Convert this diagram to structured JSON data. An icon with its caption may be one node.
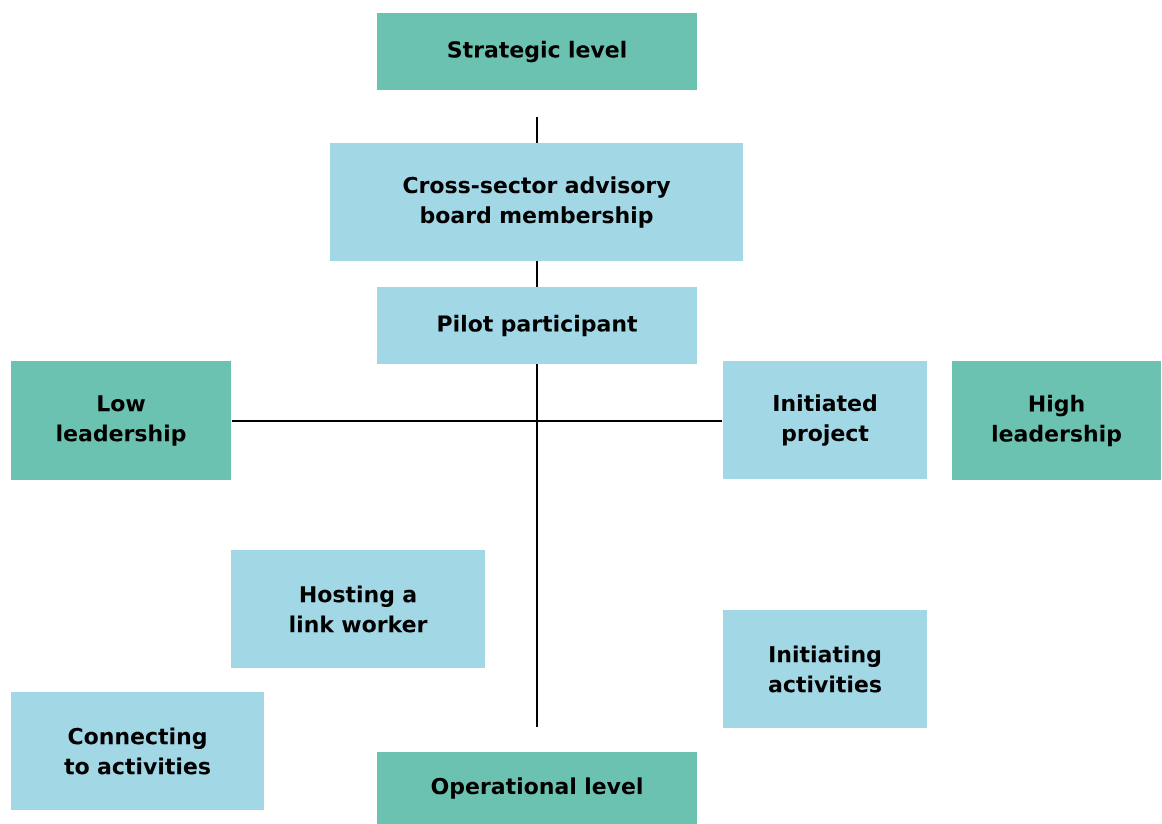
{
  "diagram": {
    "nodes": [
      {
        "text": [
          "Strategic level"
        ]
      },
      {
        "text": [
          "Cross-sector advisory board membership"
        ]
      },
      {
        "text": [
          "Pilot participant"
        ]
      },
      {
        "text": [
          "Low leadership"
        ]
      },
      {
        "text": [
          "Initiated project"
        ]
      },
      {
        "text": [
          "High leadership"
        ]
      },
      {
        "text": [
          "Hosting a link worker"
        ]
      },
      {
        "text": [
          "Initiating activities"
        ]
      },
      {
        "text": [
          "Connecting to activities"
        ]
      },
      {
        "text": [
          "Operational level"
        ]
      }
    ]
  }
}
